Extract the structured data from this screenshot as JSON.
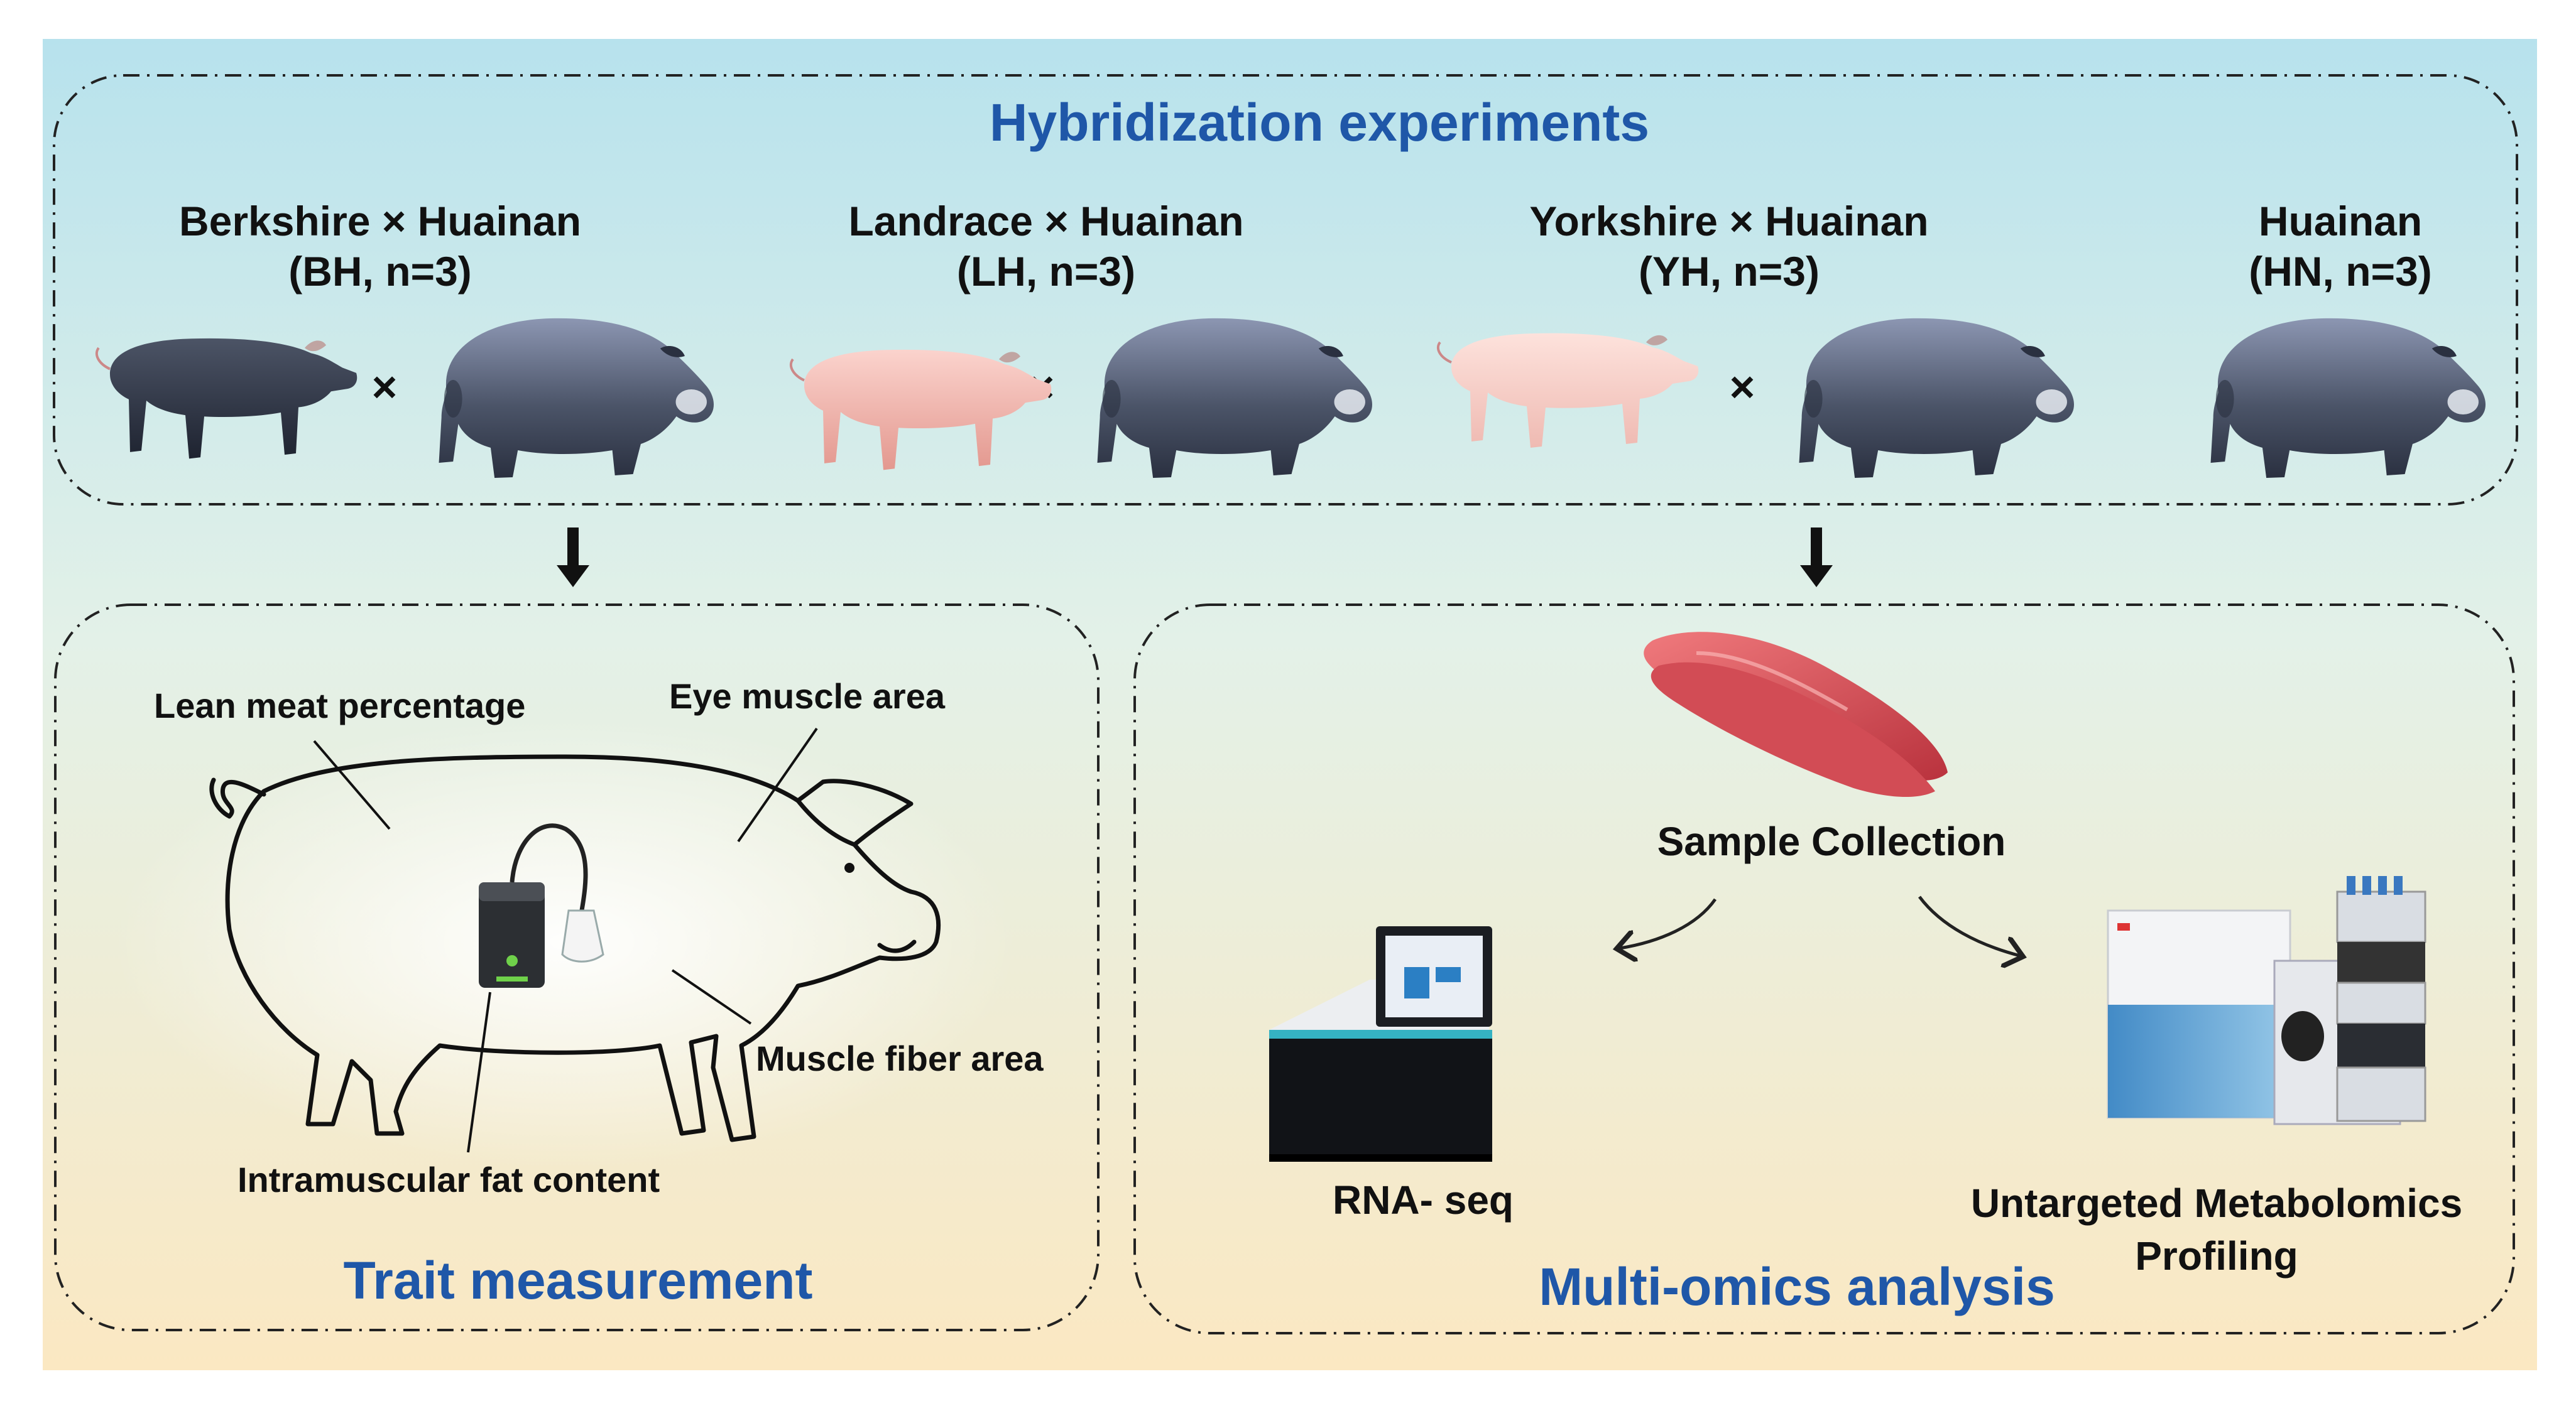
{
  "top_panel": {
    "title": "Hybridization experiments",
    "groups": [
      {
        "name": "Berkshire × Huainan",
        "code": "(BH, n=3)"
      },
      {
        "name": "Landrace × Huainan",
        "code": "(LH, n=3)"
      },
      {
        "name": "Yorkshire × Huainan",
        "code": "(YH, n=3)"
      },
      {
        "name": "Huainan",
        "code": "(HN, n=3)"
      }
    ],
    "cross_symbol": "×"
  },
  "trait_panel": {
    "title": "Trait measurement",
    "labels": {
      "lean": "Lean meat percentage",
      "eye": "Eye muscle area",
      "fiber": "Muscle fiber area",
      "fat": "Intramuscular fat content"
    }
  },
  "omics_panel": {
    "title": "Multi-omics analysis",
    "sample": "Sample Collection",
    "rna": "RNA- seq",
    "metab_line1": "Untargeted Metabolomics",
    "metab_line2": "Profiling"
  },
  "colors": {
    "title_blue": "#1f57a8",
    "bg_top": "#b9e3ee",
    "bg_bottom": "#fbe9c4",
    "pig_dark": "#3c4354",
    "pig_pink": "#f2b9b2",
    "meat": "#d8474f"
  }
}
